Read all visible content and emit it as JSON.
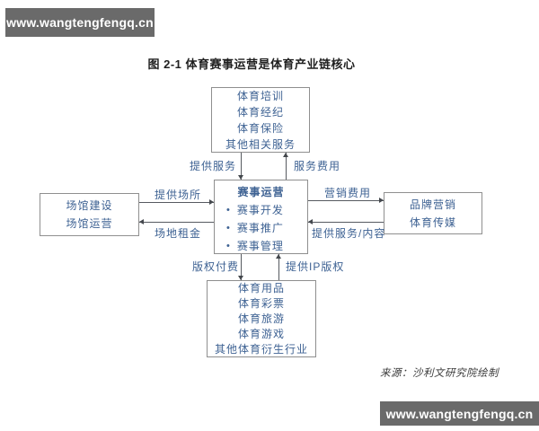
{
  "banners": {
    "top_text": "www.wangtengfengq.cn",
    "bottom_text": "www.wangtengfengq.cn"
  },
  "figure": {
    "title": "图 2-1 体育赛事运营是体育产业链核心",
    "source": "来源：沙利文研究院绘制",
    "bullet": "•"
  },
  "boxes": {
    "top": {
      "items": [
        "体育培训",
        "体育经纪",
        "体育保险",
        "其他相关服务"
      ]
    },
    "center": {
      "title": "赛事运营",
      "items": [
        "赛事开发",
        "赛事推广",
        "赛事管理"
      ]
    },
    "left": {
      "items": [
        "场馆建设",
        "场馆运营"
      ]
    },
    "right": {
      "items": [
        "品牌营销",
        "体育传媒"
      ]
    },
    "bottom": {
      "items": [
        "体育用品",
        "体育彩票",
        "体育旅游",
        "体育游戏",
        "其他体育衍生行业"
      ]
    }
  },
  "edges": {
    "provide_services": "提供服务",
    "service_fee": "服务费用",
    "provide_venue": "提供场所",
    "venue_rent": "场地租金",
    "marketing_fee": "营销费用",
    "provide_services_content": "提供服务/内容",
    "copyright_payment": "版权付费",
    "provide_ip": "提供IP版权"
  },
  "colors": {
    "accent_text": "#3e6293",
    "box_border": "#8f8f8f",
    "banner_bg": "#6a6a6a",
    "connector_line": "#565a60"
  }
}
